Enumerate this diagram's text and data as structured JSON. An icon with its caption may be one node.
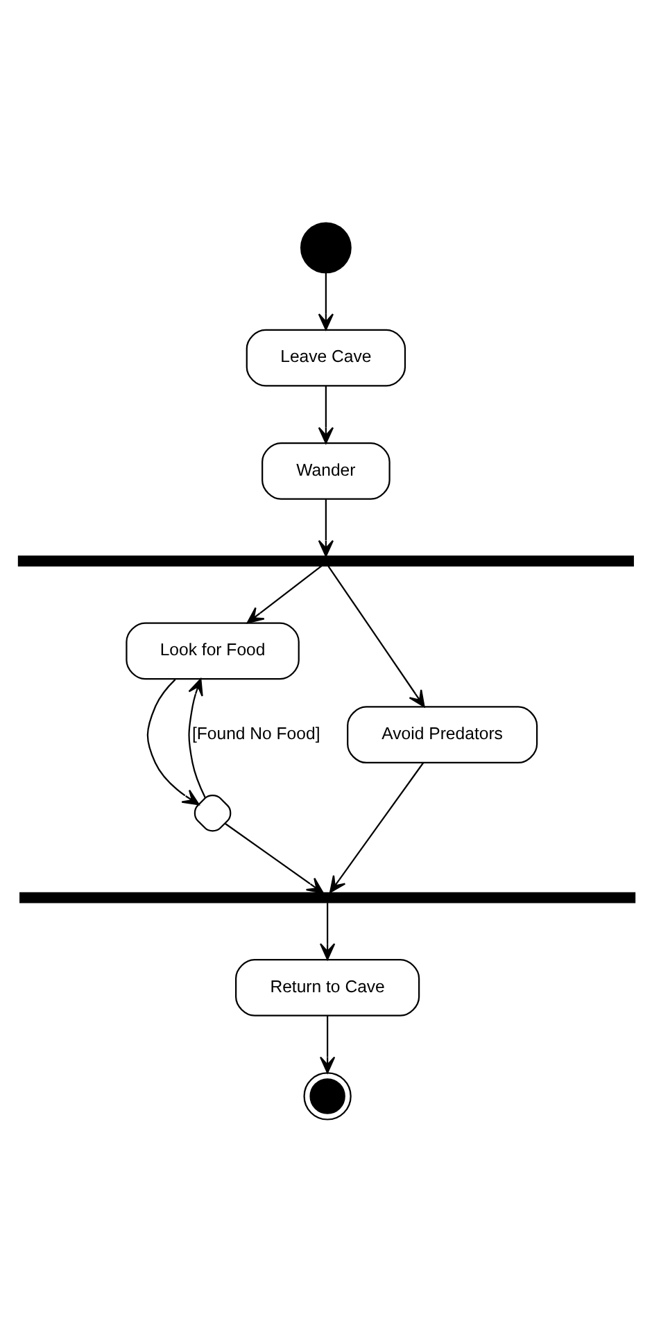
{
  "diagram": {
    "nodes": [
      {
        "text": [],
        "shape": "circle"
      },
      {
        "text": [
          "Leave Cave"
        ]
      },
      {
        "text": [
          "Wander"
        ]
      },
      {
        "text": [],
        "shape": "bar"
      },
      {
        "text": [
          "Look for Food"
        ]
      },
      {
        "text": [
          "Avoid Predators"
        ]
      },
      {
        "text": [],
        "shape": "diamond"
      },
      {
        "text": [],
        "shape": "bar"
      },
      {
        "text": [
          "Return to Cave"
        ]
      },
      {
        "text": [],
        "shape": "bullseye"
      }
    ],
    "edges": [
      {
        "from": 0,
        "to": 1,
        "arrow": "to"
      },
      {
        "from": 1,
        "to": 2,
        "arrow": "to"
      },
      {
        "from": 2,
        "to": 3,
        "arrow": "to"
      },
      {
        "from": 3,
        "to": 4,
        "arrow": "to"
      },
      {
        "from": 3,
        "to": 5,
        "arrow": "to"
      },
      {
        "from": 4,
        "to": 6,
        "arrow": "to"
      },
      {
        "from": 6,
        "to": 4,
        "label": "[Found No Food]",
        "arrow": "to"
      },
      {
        "from": 6,
        "to": 7,
        "arrow": "to"
      },
      {
        "from": 5,
        "to": 7,
        "arrow": "to"
      },
      {
        "from": 7,
        "to": 8,
        "arrow": "to"
      },
      {
        "from": 8,
        "to": 9,
        "arrow": "to"
      }
    ]
  }
}
